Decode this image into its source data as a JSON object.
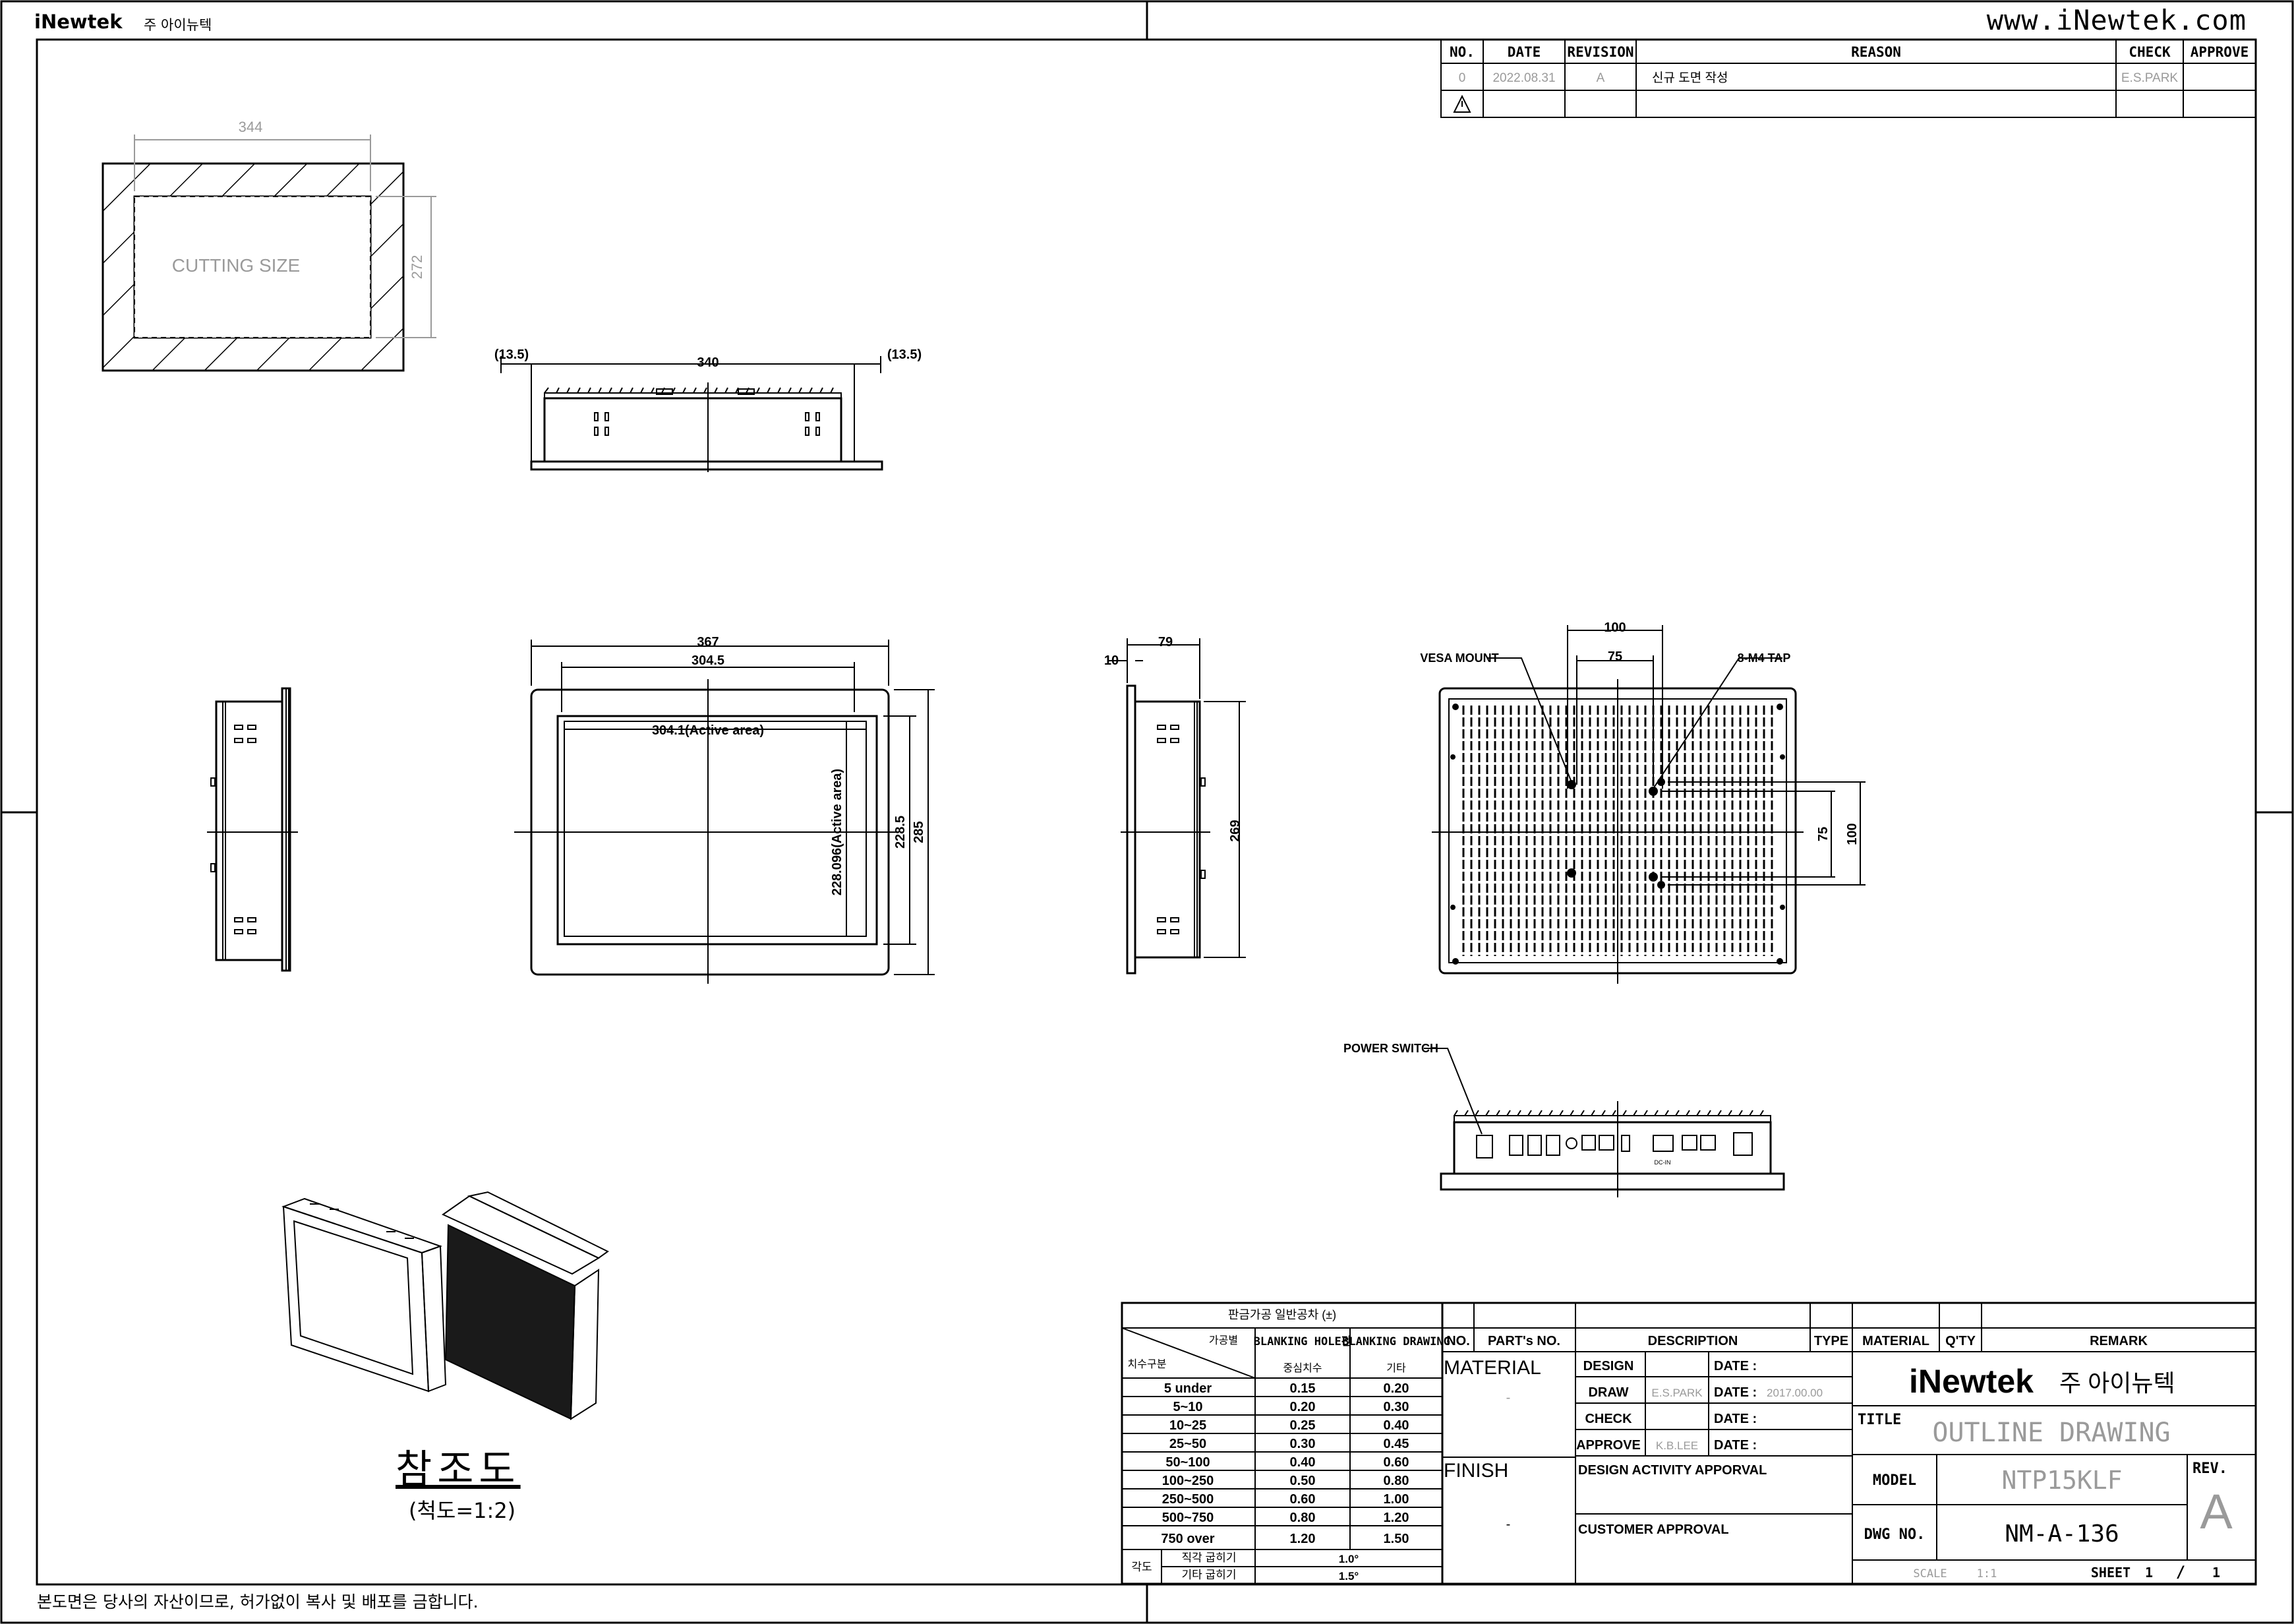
{
  "header": {
    "brand": "iNewtek",
    "company_ko": "주 아이뉴텍",
    "website": "www.iNewtek.com"
  },
  "footer_note": "본도면은 당사의 자산이므로, 허가없이 복사 및 배포를 금합니다.",
  "revision_table": {
    "headers": [
      "NO.",
      "DATE",
      "REVISION",
      "REASON",
      "CHECK",
      "APPROVE"
    ],
    "rows": [
      {
        "no": "0",
        "date": "2022.08.31",
        "revision": "A",
        "reason": "신규 도면 작성",
        "check": "E.S.PARK",
        "approve": ""
      }
    ]
  },
  "cutting_view": {
    "label": "CUTTING SIZE",
    "width": "344",
    "height": "272"
  },
  "top_view": {
    "left_margin": "(13.5)",
    "width": "340",
    "right_margin": "(13.5)"
  },
  "front_view": {
    "overall_width": "367",
    "bezel_width": "304.5",
    "active_width": "304.1(Active area)",
    "active_height": "228.096(Active area)",
    "inner_height": "228.5",
    "overall_height": "285"
  },
  "side_view": {
    "depth": "79",
    "flange": "10",
    "height": "269"
  },
  "rear_view": {
    "vesa_label": "VESA MOUNT",
    "tap_label": "8-M4 TAP",
    "dim_100_h": "100",
    "dim_75_h": "75",
    "dim_75_v": "75",
    "dim_100_v": "100"
  },
  "bottom_view": {
    "power_label": "POWER SWITCH",
    "connector_label": "DC-IN"
  },
  "reference": {
    "title": "참조도",
    "scale": "(척도=1:2)"
  },
  "tolerance_table": {
    "title": "판금가공 일반공차 (±)",
    "diag_top": "가공별",
    "diag_bottom": "치수구분",
    "col1_head": "BLANKING HOLE간",
    "col1_sub": "중심치수",
    "col2_head": "BLANKING DRAWING",
    "col2_sub": "기타",
    "rows": [
      {
        "range": "5 under",
        "a": "0.15",
        "b": "0.20"
      },
      {
        "range": "5~10",
        "a": "0.20",
        "b": "0.30"
      },
      {
        "range": "10~25",
        "a": "0.25",
        "b": "0.40"
      },
      {
        "range": "25~50",
        "a": "0.30",
        "b": "0.45"
      },
      {
        "range": "50~100",
        "a": "0.40",
        "b": "0.60"
      },
      {
        "range": "100~250",
        "a": "0.50",
        "b": "0.80"
      },
      {
        "range": "250~500",
        "a": "0.60",
        "b": "1.00"
      },
      {
        "range": "500~750",
        "a": "0.80",
        "b": "1.20"
      },
      {
        "range": "750 over",
        "a": "1.20",
        "b": "1.50"
      }
    ],
    "angle_label": "각도",
    "angle_rows": [
      {
        "label": "직각 굽히기",
        "value": "1.0°"
      },
      {
        "label": "기타 굽히기",
        "value": "1.5°"
      }
    ]
  },
  "title_block": {
    "col_no": "NO.",
    "col_part": "PART's NO.",
    "col_desc": "DESCRIPTION",
    "col_type": "TYPE",
    "col_material": "MATERIAL",
    "col_qty": "Q'TY",
    "col_remark": "REMARK",
    "material_label": "MATERIAL",
    "material_value": "-",
    "finish_label": "FINISH",
    "finish_value": "-",
    "design_label": "DESIGN",
    "draw_label": "DRAW",
    "draw_value": "E.S.PARK",
    "check_label": "CHECK",
    "approve_label": "APPROVE",
    "approve_value": "K.B.LEE",
    "date_label": "DATE :",
    "draw_date": "2017.00.00",
    "design_activity": "DESIGN ACTIVITY APPORVAL",
    "customer_approval": "CUSTOMER APPROVAL",
    "brand": "iNewtek",
    "company_ko": "주 아이뉴텍",
    "title_label": "TITLE",
    "title_value": "OUTLINE DRAWING",
    "model_label": "MODEL",
    "model_value": "NTP15KLF",
    "rev_label": "REV.",
    "rev_value": "A",
    "dwg_label": "DWG NO.",
    "dwg_value": "NM-A-136",
    "scale_label": "SCALE",
    "scale_value": "1:1",
    "sheet_label": "SHEET",
    "sheet_value": "1",
    "sheet_sep": "/",
    "sheet_total": "1"
  },
  "colors": {
    "line": "#000000",
    "faint": "#9a9a9a"
  }
}
